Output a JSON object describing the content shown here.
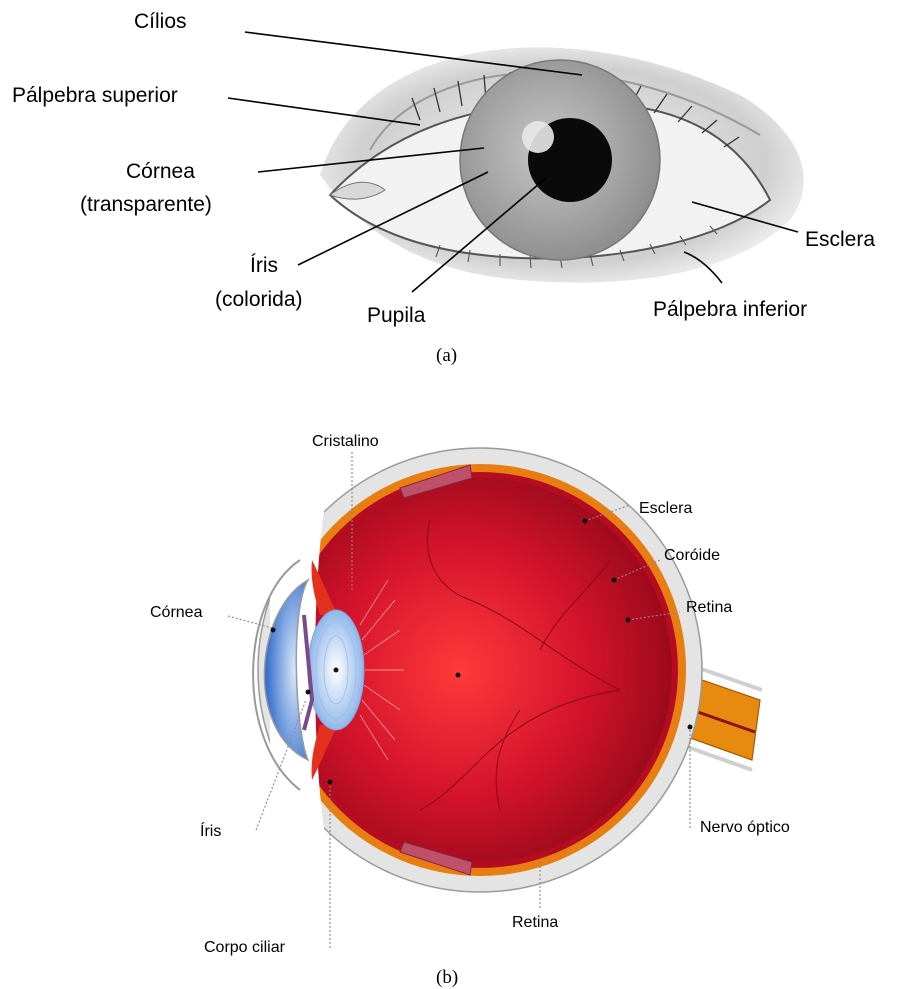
{
  "figure_a": {
    "caption": "(a)",
    "labels": {
      "cilios": "Cílios",
      "palpebra_superior": "Pálpebra superior",
      "cornea_line1": "Córnea",
      "cornea_line2": "(transparente)",
      "iris_line1": "Íris",
      "iris_line2": "(colorida)",
      "pupila": "Pupila",
      "esclera": "Esclera",
      "palpebra_inferior": "Pálpebra inferior"
    }
  },
  "figure_b": {
    "caption": "(b)",
    "labels": {
      "cristalino": "Cristalino",
      "esclera": "Esclera",
      "coroide": "Coróide",
      "retina_top": "Retina",
      "cornea": "Córnea",
      "iris": "Íris",
      "nervo_optico": "Nervo óptico",
      "retina_bottom": "Retina",
      "corpo_ciliar": "Corpo ciliar"
    }
  },
  "colors": {
    "eyeball_red": "#c8102e",
    "eyeball_center": "#ff3a3a",
    "choroid": "#e87d12",
    "sclera": "#e4e4e4",
    "cornea_blue": "#3a7de0",
    "optic_nerve": "#e88a10"
  }
}
